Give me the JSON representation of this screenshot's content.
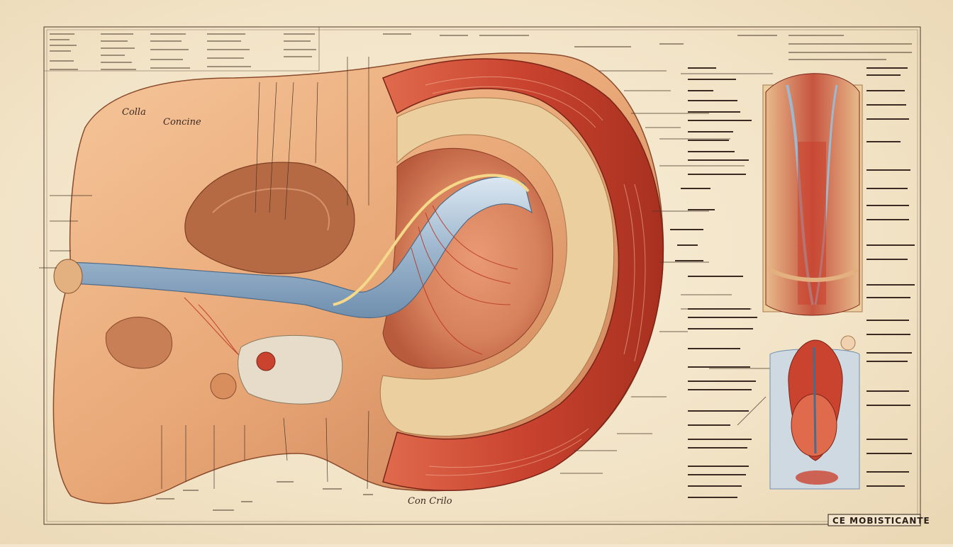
{
  "labels": {
    "colla": "Colla",
    "concine": "Concine",
    "bottom_caption": "Con Crilo",
    "stamp": "CE MOBISTICANTE"
  },
  "colors": {
    "paper": "#f3e6cc",
    "skin": "#e9a877",
    "muscle": "#c9432f",
    "nerve": "#9fb8cf",
    "ink": "#3a2a22"
  }
}
